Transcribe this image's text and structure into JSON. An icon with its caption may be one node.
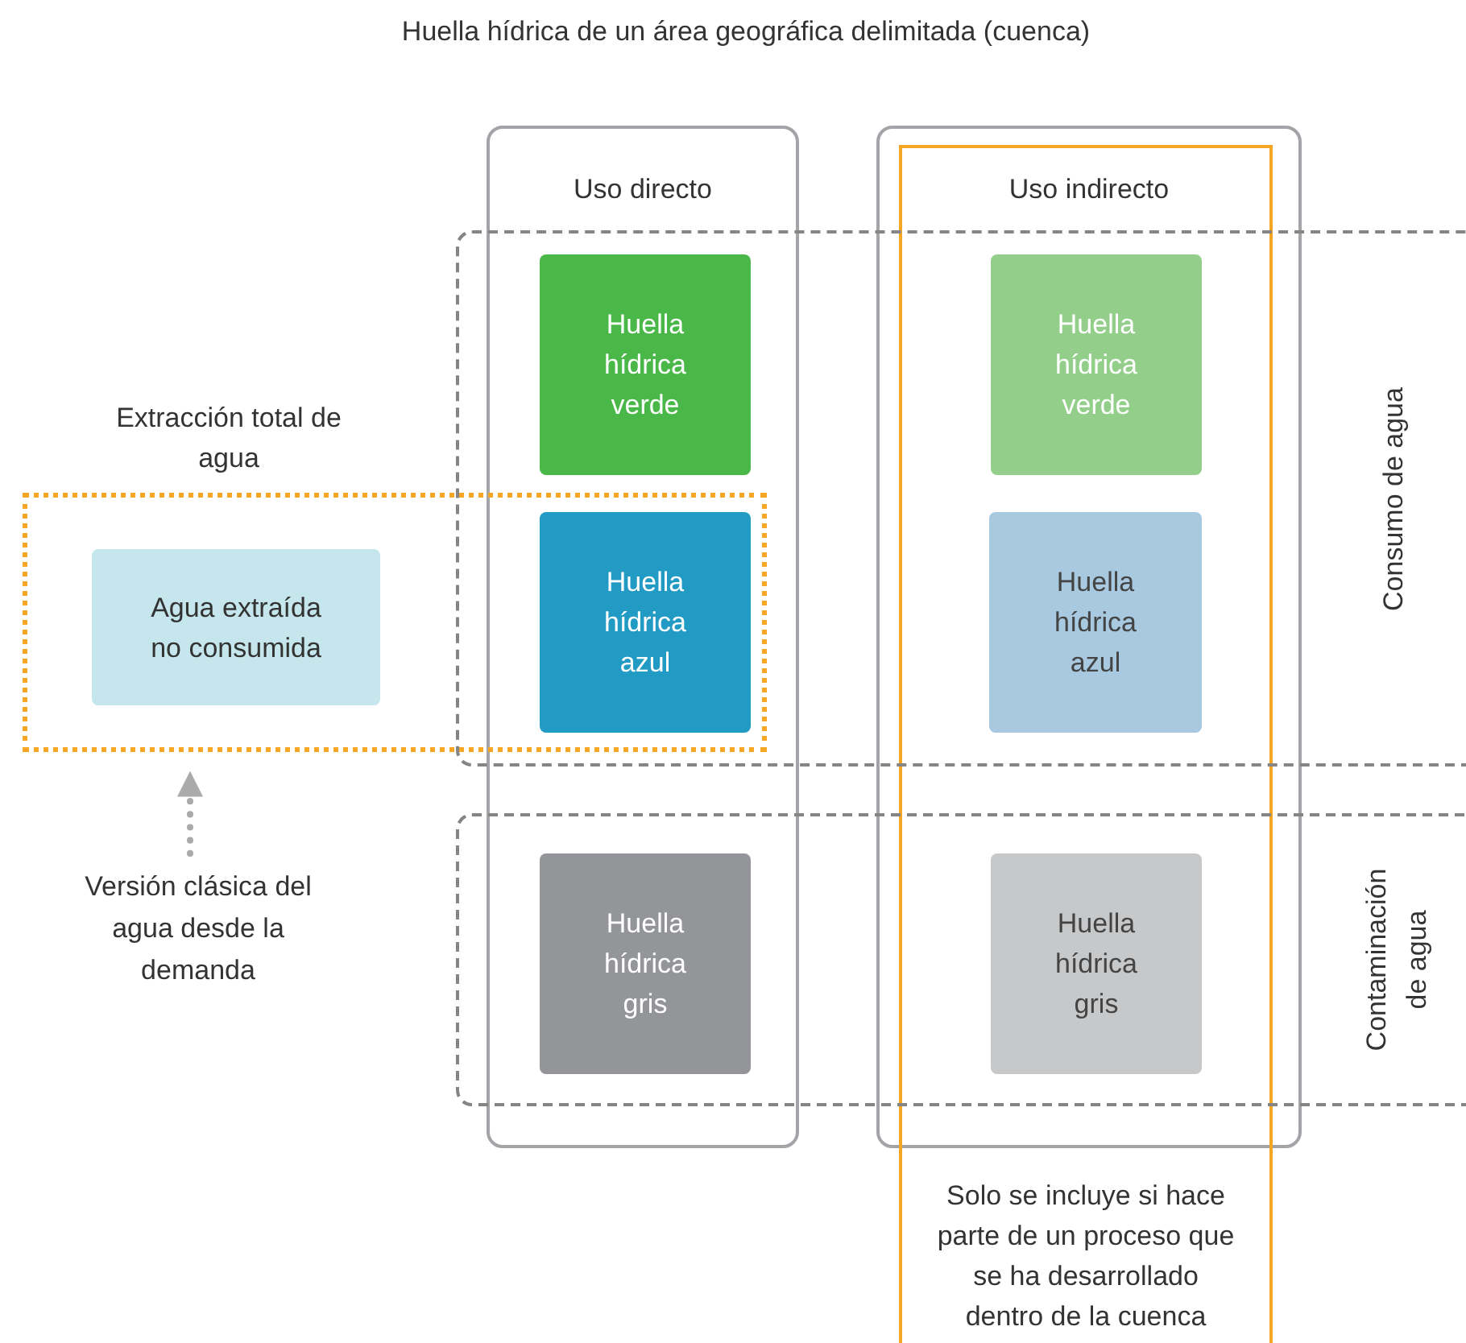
{
  "diagram": {
    "title": "Huella hídrica de un área geográfica delimitada (cuenca)",
    "nodes": [
      {
        "text": [
          "Uso directo"
        ]
      },
      {
        "text": [
          "Huella hídrica verde"
        ]
      },
      {
        "text": [
          "Huella hídrica azul"
        ]
      },
      {
        "text": [
          "Huella hídrica gris"
        ]
      },
      {
        "text": [
          "Uso indirecto"
        ]
      },
      {
        "text": [
          "Solo se incluye si hace parte de un proceso que se ha desarrollado dentro de la cuenca"
        ]
      },
      {
        "text": [
          "Huella hídrica verde"
        ]
      },
      {
        "text": [
          "Huella hídrica azul"
        ]
      },
      {
        "text": [
          "Huella hídrica gris"
        ]
      },
      {
        "text": [
          "Consumo de agua"
        ]
      },
      {
        "text": [
          "Contaminación de agua"
        ]
      },
      {
        "text": [
          "Extracción total de agua"
        ]
      },
      {
        "text": [
          "Agua extraída no consumida"
        ],
        "in": 11
      },
      {
        "text": [
          "Versión clásica del agua desde la demanda"
        ]
      }
    ],
    "edges": [
      {
        "from": 13,
        "to": 11,
        "arrow": "to",
        "style": "dashed"
      }
    ]
  }
}
